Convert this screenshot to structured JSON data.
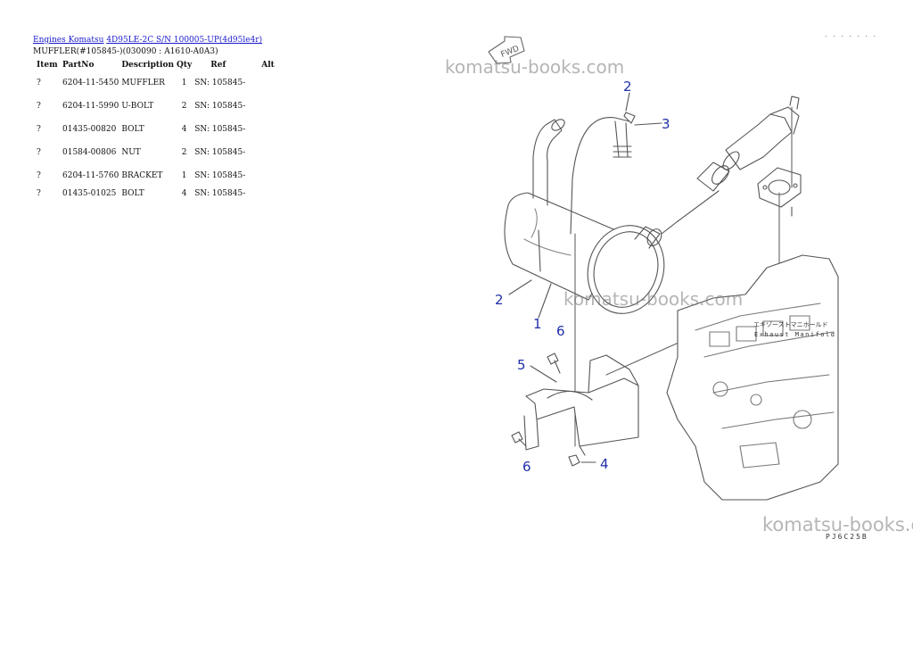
{
  "breadcrumb": {
    "link1": "Engines Komatsu",
    "link2": "4D95LE-2C S/N 100005-UP(4d95le4r)"
  },
  "subtitle": "MUFFLER(#105845-)(030090 : A1610-A0A3)",
  "table": {
    "headers": [
      "Item",
      "PartNo",
      "Description",
      "Qty",
      "Ref",
      "Alt"
    ],
    "rows": [
      {
        "item": "?",
        "part": "6204-11-5450",
        "desc": "MUFFLER",
        "qty": "1",
        "ref": "SN: 105845-",
        "alt": ""
      },
      {
        "item": "?",
        "part": "6204-11-5990",
        "desc": "U-BOLT",
        "qty": "2",
        "ref": "SN: 105845-",
        "alt": ""
      },
      {
        "item": "?",
        "part": "01435-00820",
        "desc": "BOLT",
        "qty": "4",
        "ref": "SN: 105845-",
        "alt": ""
      },
      {
        "item": "?",
        "part": "01584-00806",
        "desc": "NUT",
        "qty": "2",
        "ref": "SN: 105845-",
        "alt": ""
      },
      {
        "item": "?",
        "part": "6204-11-5760",
        "desc": "BRACKET",
        "qty": "1",
        "ref": "SN: 105845-",
        "alt": ""
      },
      {
        "item": "?",
        "part": "01435-01025",
        "desc": "BOLT",
        "qty": "4",
        "ref": "SN: 105845-",
        "alt": ""
      }
    ]
  },
  "top_dots": ". . . . . . .",
  "diagram": {
    "callouts": [
      "1",
      "2",
      "2",
      "3",
      "4",
      "5",
      "6",
      "6"
    ],
    "fwd_label": "FWD",
    "manifold_jp": "エキゾーストマニホールド",
    "manifold_en": "Exhaust Manifold",
    "line_color": "#555555",
    "callout_color": "#1f2fa8"
  },
  "watermark": "komatsu-books.com",
  "figure_code": "PJ6C25B"
}
